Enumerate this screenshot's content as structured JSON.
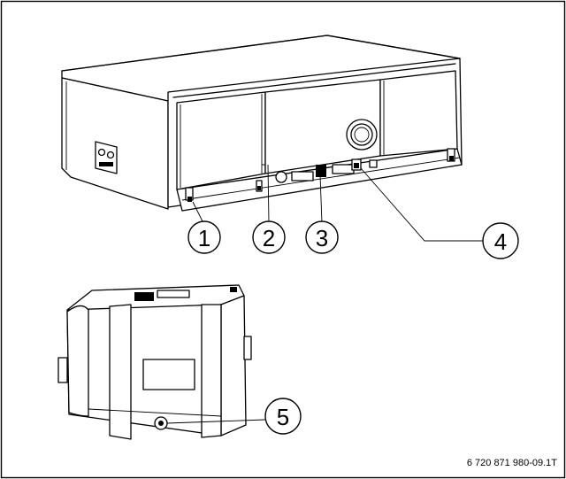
{
  "callouts": [
    {
      "label": "1",
      "target": "lower-left-latch"
    },
    {
      "label": "2",
      "target": "front-cover-center"
    },
    {
      "label": "3",
      "target": "mounting-slot"
    },
    {
      "label": "4",
      "target": "right-connector"
    },
    {
      "label": "5",
      "target": "module-socket"
    }
  ],
  "figure_ref": "6 720 871 980-09.1T"
}
